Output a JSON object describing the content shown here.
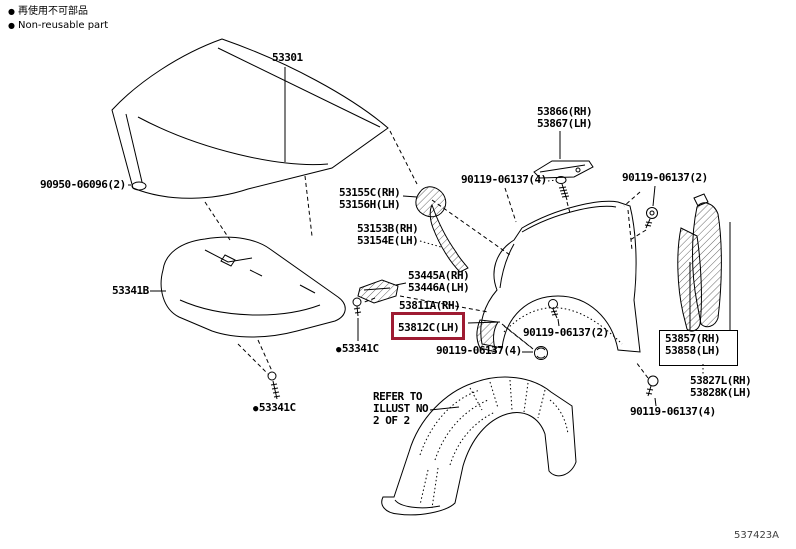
{
  "legend": {
    "bullet": "●",
    "jp": "再使用不可部品",
    "en": "Non-reusable part"
  },
  "highlight": {
    "color": "#9e1b32",
    "selected_part": "53812C(LH)"
  },
  "parts": {
    "hood": "53301",
    "hood_clip": "90950-06096(2)",
    "insulator": "53341B",
    "clip": "53341C",
    "cowl_side_rh": "53155C(RH)",
    "cowl_side_lh": "53156H(LH)",
    "brace_rh": "53153B(RH)",
    "brace_lh": "53154E(LH)",
    "bracket_rh": "53445A(RH)",
    "bracket_lh": "53446A(LH)",
    "fender_rh": "53811A(RH)",
    "fender_lh": "53812C(LH)",
    "protector_rh": "53866(RH)",
    "protector_lh": "53867(LH)",
    "shield_rh": "53857(RH)",
    "shield_lh": "53858(LH)",
    "mudguard_rh": "53827L(RH)",
    "mudguard_lh": "53828K(LH)",
    "bolt_4a": "90119-06137(4)",
    "bolt_2a": "90119-06137(2)",
    "bolt_2b": "90119-06137(2)",
    "bolt_4b": "90119-06137(4)",
    "bolt_4c": "90119-06137(4)"
  },
  "note": {
    "l1": "REFER TO",
    "l2": "ILLUST NO",
    "l3": "2 OF 2"
  },
  "footer": {
    "code": "537423A"
  }
}
